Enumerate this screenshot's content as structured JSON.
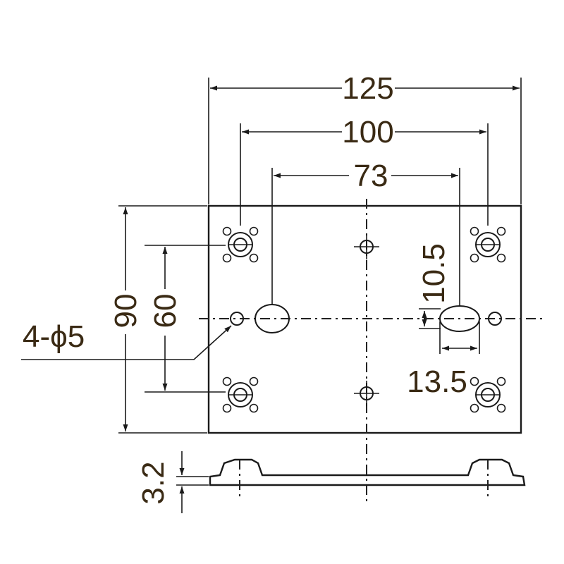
{
  "dimensions": {
    "width_overall": "125",
    "width_mount": "100",
    "width_slots": "73",
    "height_overall": "90",
    "height_mount": "60",
    "slot_height": "10.5",
    "slot_width": "13.5",
    "holes": "4-ϕ5",
    "thickness": "3.2"
  },
  "colors": {
    "line": "#1a1a1a",
    "text": "#3a2a14",
    "background": "#ffffff"
  }
}
